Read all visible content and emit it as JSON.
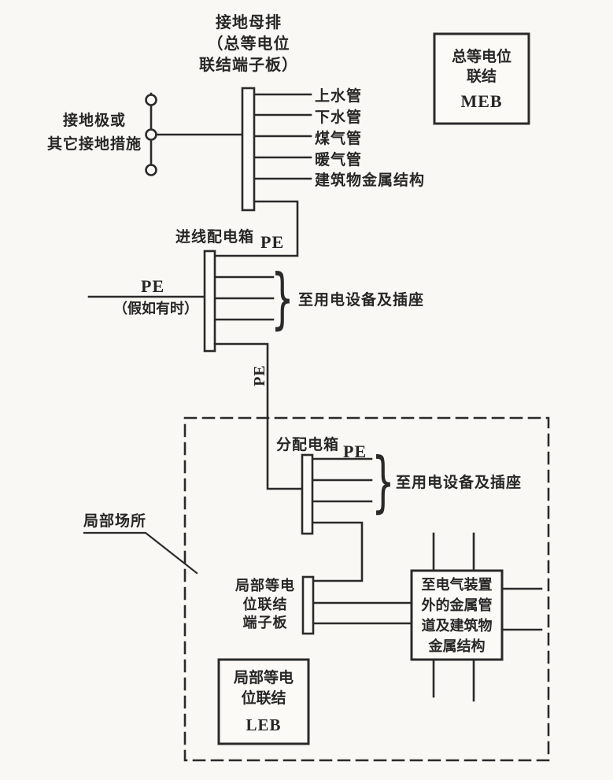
{
  "colors": {
    "background": "#f9f8f4",
    "ink": "#2a2a2a"
  },
  "main_bonding_bar": {
    "title": [
      "接地母排",
      "（总等电位",
      "联结端子板）"
    ],
    "branches": [
      "上水管",
      "下水管",
      "煤气管",
      "暖气管",
      "建筑物金属结构"
    ]
  },
  "grounding_electrode": {
    "label": [
      "接地极或",
      "其它接地措施"
    ]
  },
  "meb_legend": {
    "lines": [
      "总等电位",
      "联结"
    ],
    "abbr": "MEB"
  },
  "incoming_panel": {
    "label": "进线配电箱",
    "pe_top": "PE",
    "pe_left": "PE",
    "pe_left_note": "（假如有时）",
    "loads": "至用电设备及插座"
  },
  "pe_riser_label": "PE",
  "local_area": {
    "label": "局部场所",
    "distribution_panel": {
      "label": "分配电箱",
      "pe": "PE",
      "loads": "至用电设备及插座"
    },
    "local_bonding_bar": {
      "label": [
        "局部等电",
        "位联结",
        "端子板"
      ]
    },
    "external_metal_box": {
      "lines": [
        "至电气装置",
        "外的金属管",
        "道及建筑物",
        "金属结构"
      ]
    },
    "leb_legend": {
      "lines": [
        "局部等电",
        "位联结"
      ],
      "abbr": "LEB"
    }
  },
  "brace_glyph": "}"
}
